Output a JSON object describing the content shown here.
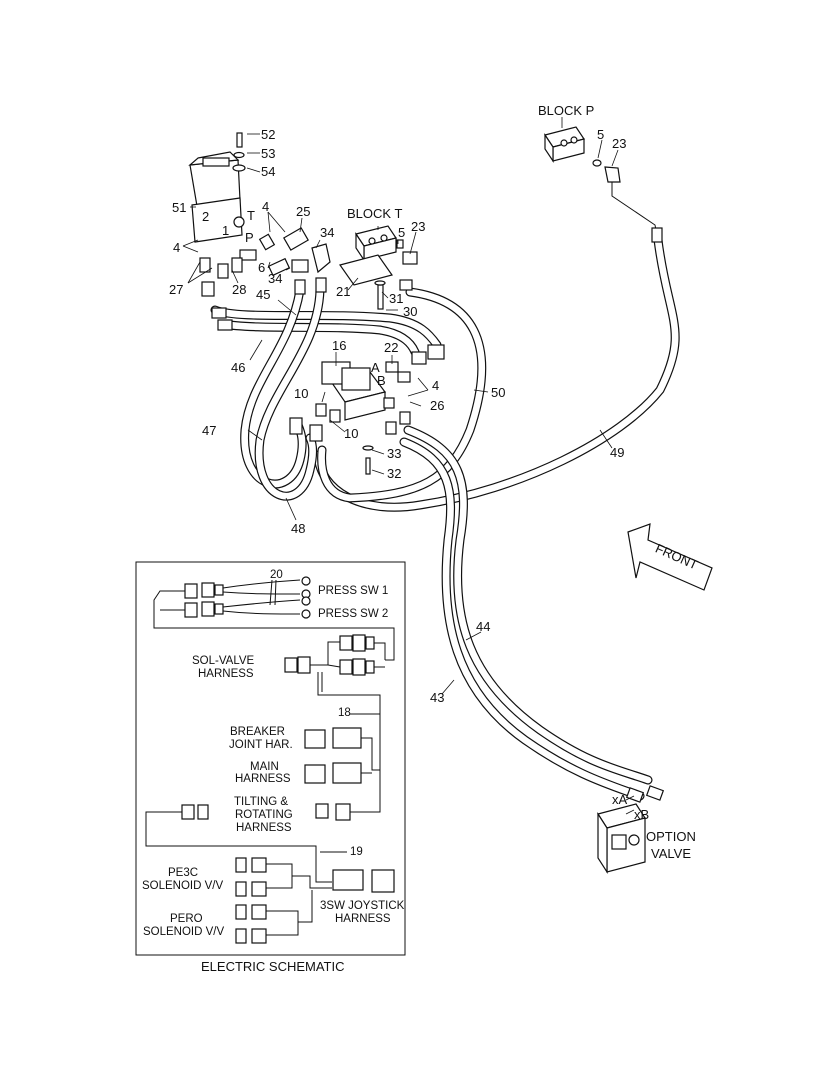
{
  "diagram": {
    "part_callouts": [
      "52",
      "53",
      "54",
      "51",
      "4",
      "25",
      "34",
      "2",
      "1",
      "T",
      "P",
      "6",
      "34",
      "4",
      "27",
      "28",
      "45",
      "46",
      "47",
      "48",
      "16",
      "10",
      "10",
      "21",
      "31",
      "30",
      "22",
      "A",
      "B",
      "4",
      "26",
      "33",
      "32",
      "50",
      "49",
      "44",
      "43",
      "5",
      "23",
      "5",
      "23",
      "xA",
      "xB",
      "20",
      "18",
      "19"
    ],
    "labels": {
      "block_p": "BLOCK P",
      "block_t": "BLOCK T",
      "front": "FRONT",
      "option_valve": [
        "OPTION",
        "VALVE"
      ],
      "electric_schematic": "ELECTRIC SCHEMATIC"
    },
    "schematic": {
      "press_sw_1": "PRESS SW 1",
      "press_sw_2": "PRESS SW 2",
      "sol_valve": [
        "SOL-VALVE",
        "HARNESS"
      ],
      "breaker": [
        "BREAKER",
        "JOINT HAR."
      ],
      "main": [
        "MAIN",
        "HARNESS"
      ],
      "tilting": [
        "TILTING &",
        "ROTATING",
        "HARNESS"
      ],
      "pe3c": [
        "PE3C",
        "SOLENOID V/V"
      ],
      "pero": [
        "PERO",
        "SOLENOID V/V"
      ],
      "joystick": [
        "3SW JOYSTICK",
        "HARNESS"
      ],
      "callout_20": "20",
      "callout_18": "18",
      "callout_19": "19"
    }
  }
}
